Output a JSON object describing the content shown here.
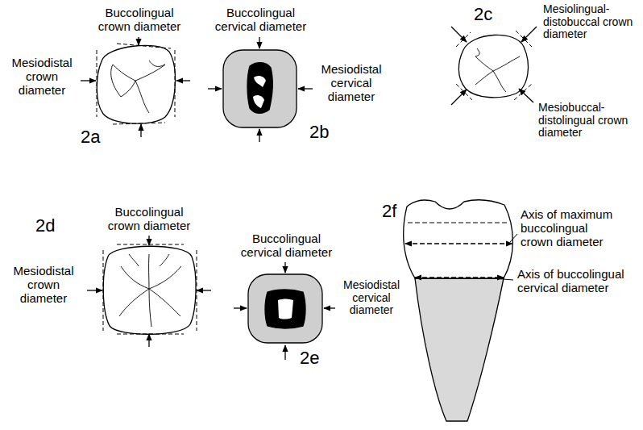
{
  "diagram": {
    "labels": [
      "Buccolingual crown diameter",
      "Mesiodistal crown diameter",
      "2a",
      "Buccolingual cervical diameter",
      "Mesiodistal cervical diameter",
      "2b",
      "2c",
      "Mesiolingual-distobuccal crown diameter",
      "Mesiobuccal-distolingual crown diameter",
      "2d",
      "Buccolingual crown diameter",
      "Mesiodistal crown diameter",
      "Buccolingual cervical diameter",
      "Mesiodistal cervical diameter",
      "2e",
      "2f",
      "Axis of maximum buccolingual crown diameter",
      "Axis of buccolingual cervical diameter"
    ]
  }
}
